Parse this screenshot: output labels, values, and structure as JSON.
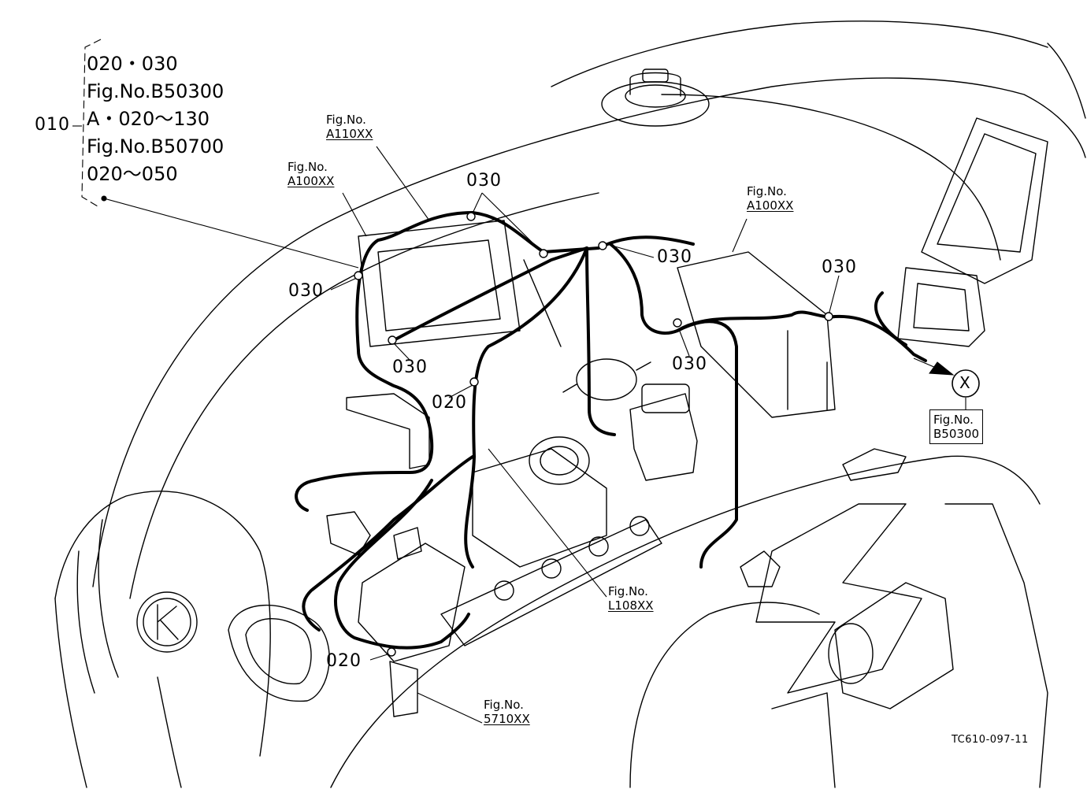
{
  "legend": {
    "lines": [
      "020・030",
      "Fig.No.B50300",
      "A・020～130",
      "Fig.No.B50700",
      "020～050"
    ],
    "item": "010"
  },
  "callouts": {
    "fig_a110": {
      "line1": "Fig.No.",
      "line2": "A110XX"
    },
    "fig_a100_left": {
      "line1": "Fig.No.",
      "line2": "A100XX"
    },
    "fig_a100_right": {
      "line1": "Fig.No.",
      "line2": "A100XX"
    },
    "fig_b50300": {
      "line1": "Fig.No.",
      "line2": "B50300"
    },
    "fig_l108": {
      "line1": "Fig.No.",
      "line2": "L108XX"
    },
    "fig_5710": {
      "line1": "Fig.No.",
      "line2": "5710XX"
    }
  },
  "refs": {
    "r030_top": "030",
    "r030_mid": "030",
    "r030_left": "030",
    "r030_lower": "030",
    "r030_center": "030",
    "r030_right": "030",
    "r020_mid": "020",
    "r020_bottom": "020",
    "connector_x": "X"
  },
  "drawing_no": "TC610-097-11",
  "colors": {
    "ink": "#000000",
    "paper": "#ffffff"
  }
}
